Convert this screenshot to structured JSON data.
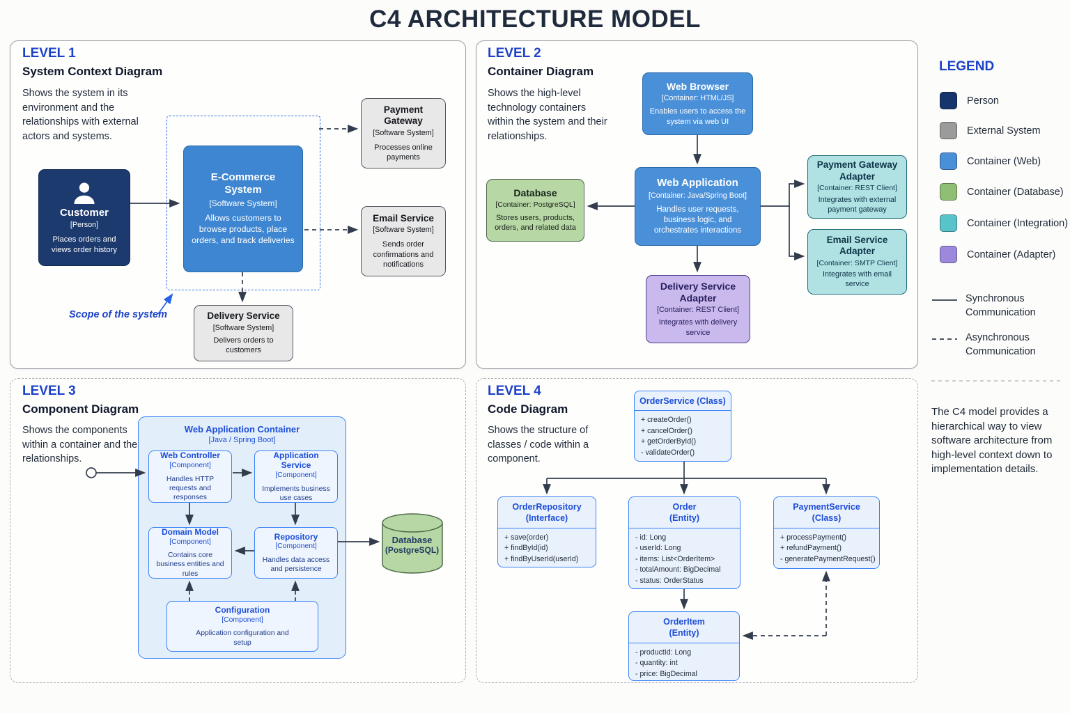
{
  "title": "C4 ARCHITECTURE MODEL",
  "levels": {
    "l1": {
      "label": "LEVEL 1",
      "heading": "System Context Diagram",
      "description": "Shows the system in its environment and the relationships with external actors and systems.",
      "scope_label": "Scope of the system"
    },
    "l2": {
      "label": "LEVEL 2",
      "heading": "Container Diagram",
      "description": "Shows the high-level technology containers within the system and their relationships."
    },
    "l3": {
      "label": "LEVEL 3",
      "heading": "Component Diagram",
      "description": "Shows the components within a container and their relationships."
    },
    "l4": {
      "label": "LEVEL 4",
      "heading": "Code Diagram",
      "description": "Shows the structure of classes / code within a component."
    }
  },
  "l1": {
    "customer": {
      "title": "Customer",
      "tag": "[Person]",
      "desc": "Places orders and views order history"
    },
    "ecommerce": {
      "title": "E-Commerce System",
      "tag": "[Software System]",
      "desc": "Allows customers to browse products, place orders, and track deliveries"
    },
    "payment_gateway": {
      "title": "Payment Gateway",
      "tag": "[Software System]",
      "desc": "Processes online payments"
    },
    "email_service": {
      "title": "Email Service",
      "tag": "[Software System]",
      "desc": "Sends order confirmations and notifications"
    },
    "delivery_service": {
      "title": "Delivery Service",
      "tag": "[Software System]",
      "desc": "Delivers orders to customers"
    }
  },
  "l2": {
    "web_browser": {
      "title": "Web Browser",
      "tag": "[Container: HTML/JS]",
      "desc": "Enables users to access the system via web UI"
    },
    "web_application": {
      "title": "Web Application",
      "tag": "[Container: Java/Spring Boot]",
      "desc": "Handles user requests, business logic, and orchestrates interactions"
    },
    "database": {
      "title": "Database",
      "tag": "[Container: PostgreSQL]",
      "desc": "Stores users, products, orders, and related data"
    },
    "delivery_adapter": {
      "title": "Delivery Service Adapter",
      "tag": "[Container: REST Client]",
      "desc": "Integrates with delivery service"
    },
    "payment_adapter": {
      "title": "Payment Gateway Adapter",
      "tag": "[Container: REST Client]",
      "desc": "Integrates with external payment gateway"
    },
    "email_adapter": {
      "title": "Email Service Adapter",
      "tag": "[Container: SMTP Client]",
      "desc": "Integrates with email service"
    }
  },
  "l3": {
    "container": {
      "title": "Web Application Container",
      "tag": "[Java / Spring Boot]"
    },
    "web_controller": {
      "title": "Web Controller",
      "tag": "[Component]",
      "desc": "Handles HTTP requests and responses"
    },
    "application_service": {
      "title": "Application Service",
      "tag": "[Component]",
      "desc": "Implements business use cases"
    },
    "domain_model": {
      "title": "Domain Model",
      "tag": "[Component]",
      "desc": "Contains core business entities and rules"
    },
    "repository": {
      "title": "Repository",
      "tag": "[Component]",
      "desc": "Handles data access and persistence"
    },
    "configuration": {
      "title": "Configuration",
      "tag": "[Component]",
      "desc": "Application configuration and setup"
    },
    "database": {
      "title": "Database",
      "tag": "(PostgreSQL)"
    }
  },
  "l4": {
    "order_service": {
      "header": "OrderService (Class)",
      "members": [
        "+ createOrder()",
        "+ cancelOrder()",
        "+ getOrderById()",
        "- validateOrder()"
      ]
    },
    "order_repository": {
      "name": "OrderRepository",
      "kind": "(Interface)",
      "members": [
        "+ save(order)",
        "+ findById(id)",
        "+ findByUserId(userId)"
      ]
    },
    "order": {
      "name": "Order",
      "kind": "(Entity)",
      "members": [
        "- id: Long",
        "- userId: Long",
        "- items: List<OrderItem>",
        "- totalAmount: BigDecimal",
        "- status: OrderStatus"
      ]
    },
    "payment_service": {
      "name": "PaymentService",
      "kind": "(Class)",
      "members": [
        "+ processPayment()",
        "+ refundPayment()",
        "- generatePaymentRequest()"
      ]
    },
    "order_item": {
      "name": "OrderItem",
      "kind": "(Entity)",
      "members": [
        "- productId: Long",
        "- quantity: int",
        "- price: BigDecimal"
      ]
    }
  },
  "legend": {
    "title": "LEGEND",
    "items": [
      {
        "label": "Person",
        "color": "#17356d"
      },
      {
        "label": "External System",
        "color": "#9b9b9b"
      },
      {
        "label": "Container (Web)",
        "color": "#4a90d9"
      },
      {
        "label": "Container (Database)",
        "color": "#8fbf75"
      },
      {
        "label": "Container (Integration)",
        "color": "#58c3c9"
      },
      {
        "label": "Container (Adapter)",
        "color": "#9c89de"
      }
    ],
    "sync_label": "Synchronous Communication",
    "async_label": "Asynchronous Communication",
    "note": "The C4 model provides a hierarchical way to view software architecture from high-level context down to implementation details."
  },
  "colors": {
    "person": "#1c3a6e",
    "software_system": "#3e86d1",
    "container_web": "#4a90d9",
    "external": "#e8e8e8",
    "db_green": "#b7d7a5",
    "teal": "#b0e2e4",
    "purple": "#cab9ec"
  }
}
